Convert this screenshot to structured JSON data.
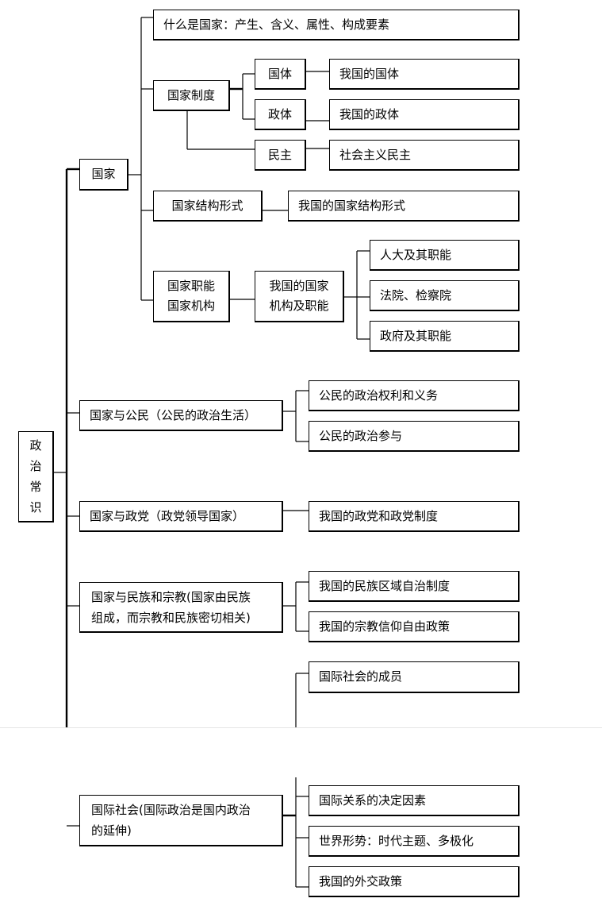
{
  "root": [
    "政",
    "治",
    "常",
    "识"
  ],
  "guojia": {
    "label": "国家",
    "what": "什么是国家：产生、含义、属性、构成要素",
    "zhidu": "国家制度",
    "guoti": "国体",
    "guoti_cn": "我国的国体",
    "zhengti": "政体",
    "zhengti_cn": "我国的政体",
    "minzhu": "民主",
    "minzhu_cn": "社会主义民主",
    "jiegou": "国家结构形式",
    "jiegou_cn": "我国的国家结构形式",
    "zhineng_l1": "国家职能",
    "zhineng_l2": "国家机构",
    "jigou_l1": "我国的国家",
    "jigou_l2": "机构及职能",
    "renda": "人大及其职能",
    "fayuan": "法院、检察院",
    "zhengfu": "政府及其职能"
  },
  "gongmin": {
    "label": "国家与公民（公民的政治生活）",
    "c1": "公民的政治权利和义务",
    "c2": "公民的政治参与"
  },
  "zhengdang": {
    "label": "国家与政党（政党领导国家）",
    "c1": "我国的政党和政党制度"
  },
  "minzu": {
    "label_l1": "国家与民族和宗教(国家由民族",
    "label_l2": "组成，而宗教和民族密切相关)",
    "c1": "我国的民族区域自治制度",
    "c2": "我国的宗教信仰自由政策"
  },
  "guoji": {
    "label_l1": "国际社会(国际政治是国内政治",
    "label_l2": "的延伸)",
    "c1": "国际社会的成员",
    "c2": "国际关系的决定因素",
    "c3": "世界形势：时代主题、多极化",
    "c4": "我国的外交政策"
  }
}
